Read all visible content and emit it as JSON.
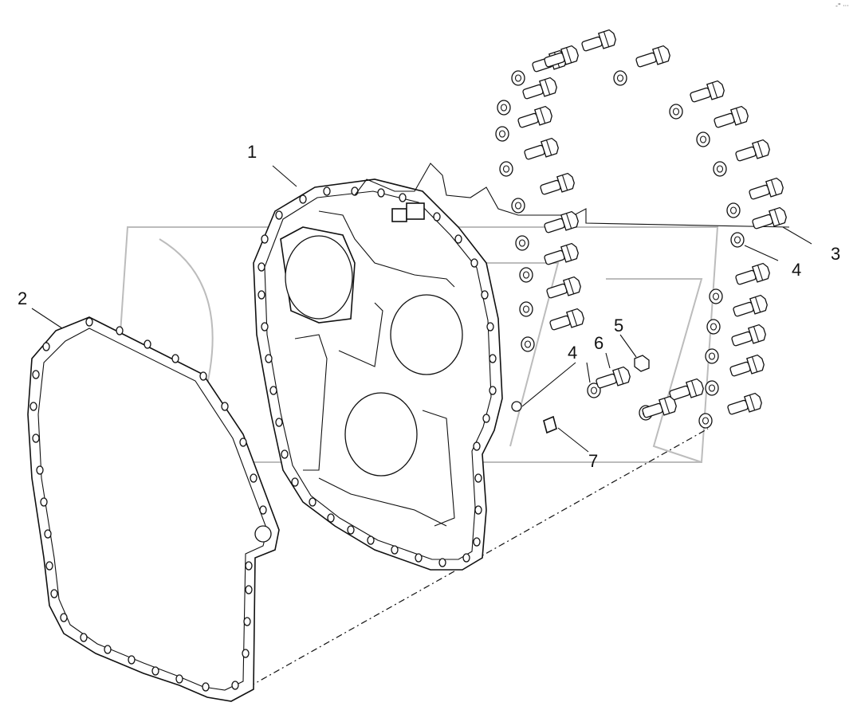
{
  "diagram": {
    "corner_mark": "-\" ···",
    "callouts": [
      {
        "id": "c1",
        "text": "1"
      },
      {
        "id": "c2",
        "text": "2"
      },
      {
        "id": "c3",
        "text": "3"
      },
      {
        "id": "c4a",
        "text": "4"
      },
      {
        "id": "c4b",
        "text": "4"
      },
      {
        "id": "c5",
        "text": "5"
      },
      {
        "id": "c6",
        "text": "6"
      },
      {
        "id": "c7",
        "text": "7"
      }
    ],
    "colors": {
      "line": "#111111",
      "watermark": "#bcbcbc",
      "background": "#ffffff"
    },
    "icons": [
      "cover-plate",
      "gasket",
      "bolt",
      "washer",
      "plug"
    ]
  }
}
